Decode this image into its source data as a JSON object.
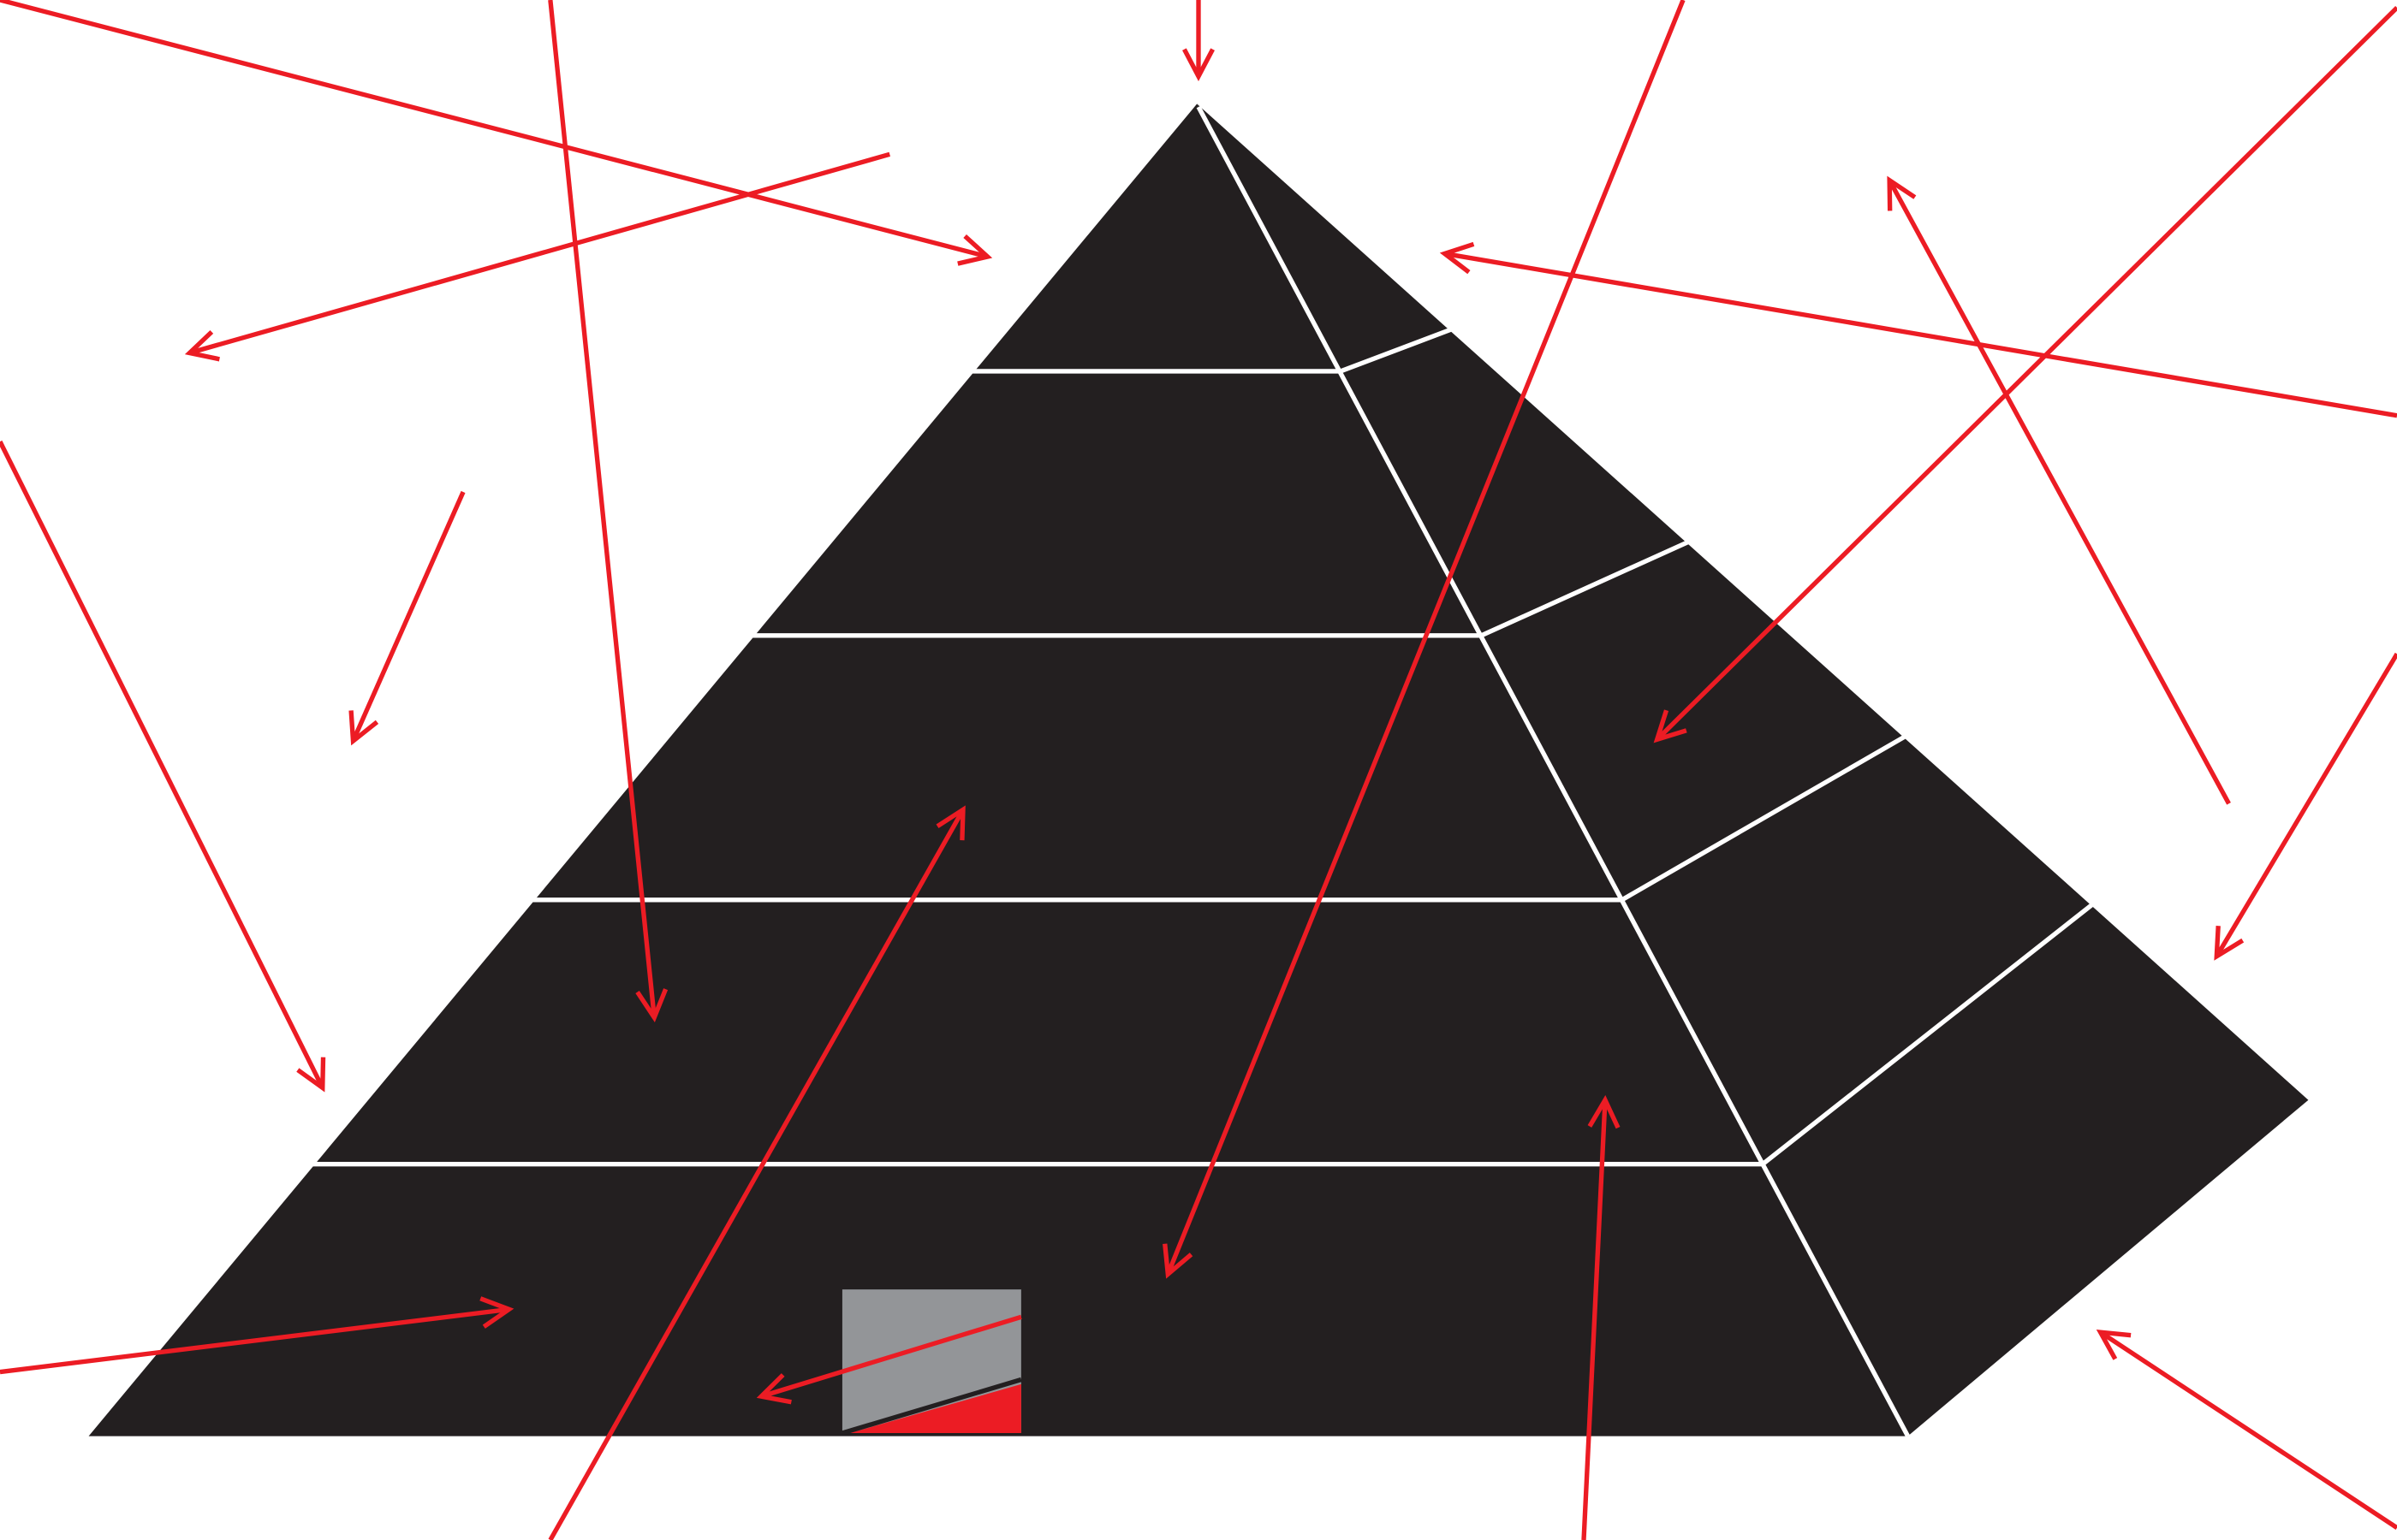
{
  "diagram": {
    "subject": "pyramid",
    "layers": 5,
    "arrow_count": 16,
    "colors": {
      "background": "#ffffff",
      "pyramid_fill": "#231f20",
      "divider": "#ffffff",
      "arrow": "#ec1c24",
      "door_gray": "#939598",
      "door_red": "#ec1c24"
    }
  }
}
